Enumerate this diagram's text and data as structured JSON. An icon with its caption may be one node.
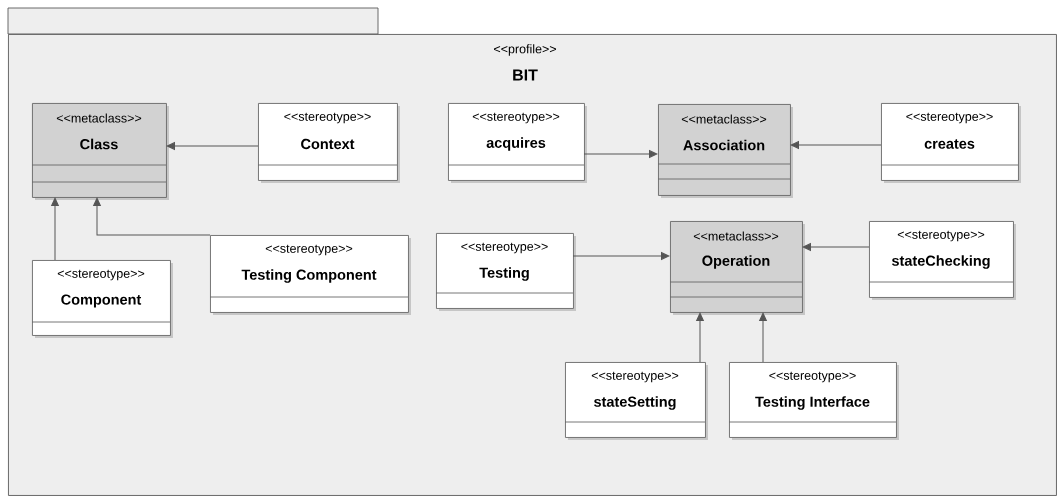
{
  "diagram": {
    "nodes": [
      {
        "text": [
          "<<profile>>",
          "BIT"
        ]
      },
      {
        "text": [
          "<<metaclass>>",
          "Class"
        ],
        "in": 0
      },
      {
        "text": [
          "<<stereotype>>",
          "Context"
        ],
        "in": 0
      },
      {
        "text": [
          "<<stereotype>>",
          "acquires"
        ],
        "in": 0
      },
      {
        "text": [
          "<<metaclass>>",
          "Association"
        ],
        "in": 0
      },
      {
        "text": [
          "<<stereotype>>",
          "creates"
        ],
        "in": 0
      },
      {
        "text": [
          "<<stereotype>>",
          "Testing Component"
        ],
        "in": 0
      },
      {
        "text": [
          "<<stereotype>>",
          "Testing"
        ],
        "in": 0
      },
      {
        "text": [
          "<<metaclass>>",
          "Operation"
        ],
        "in": 0
      },
      {
        "text": [
          "<<stereotype>>",
          "stateChecking"
        ],
        "in": 0
      },
      {
        "text": [
          "<<stereotype>>",
          "Component"
        ],
        "in": 0
      },
      {
        "text": [
          "<<stereotype>>",
          "stateSetting"
        ],
        "in": 0
      },
      {
        "text": [
          "<<stereotype>>",
          "Testing Interface"
        ],
        "in": 0
      }
    ],
    "edges": [
      {
        "from": 2,
        "to": 1,
        "arrow": "to"
      },
      {
        "from": 3,
        "to": 4,
        "arrow": "to"
      },
      {
        "from": 5,
        "to": 4,
        "arrow": "to"
      },
      {
        "from": 10,
        "to": 1,
        "arrow": "to"
      },
      {
        "from": 6,
        "to": 1,
        "arrow": "to"
      },
      {
        "from": 7,
        "to": 8,
        "arrow": "to"
      },
      {
        "from": 9,
        "to": 8,
        "arrow": "to"
      },
      {
        "from": 11,
        "to": 8,
        "arrow": "to"
      },
      {
        "from": 12,
        "to": 8,
        "arrow": "to"
      }
    ]
  }
}
